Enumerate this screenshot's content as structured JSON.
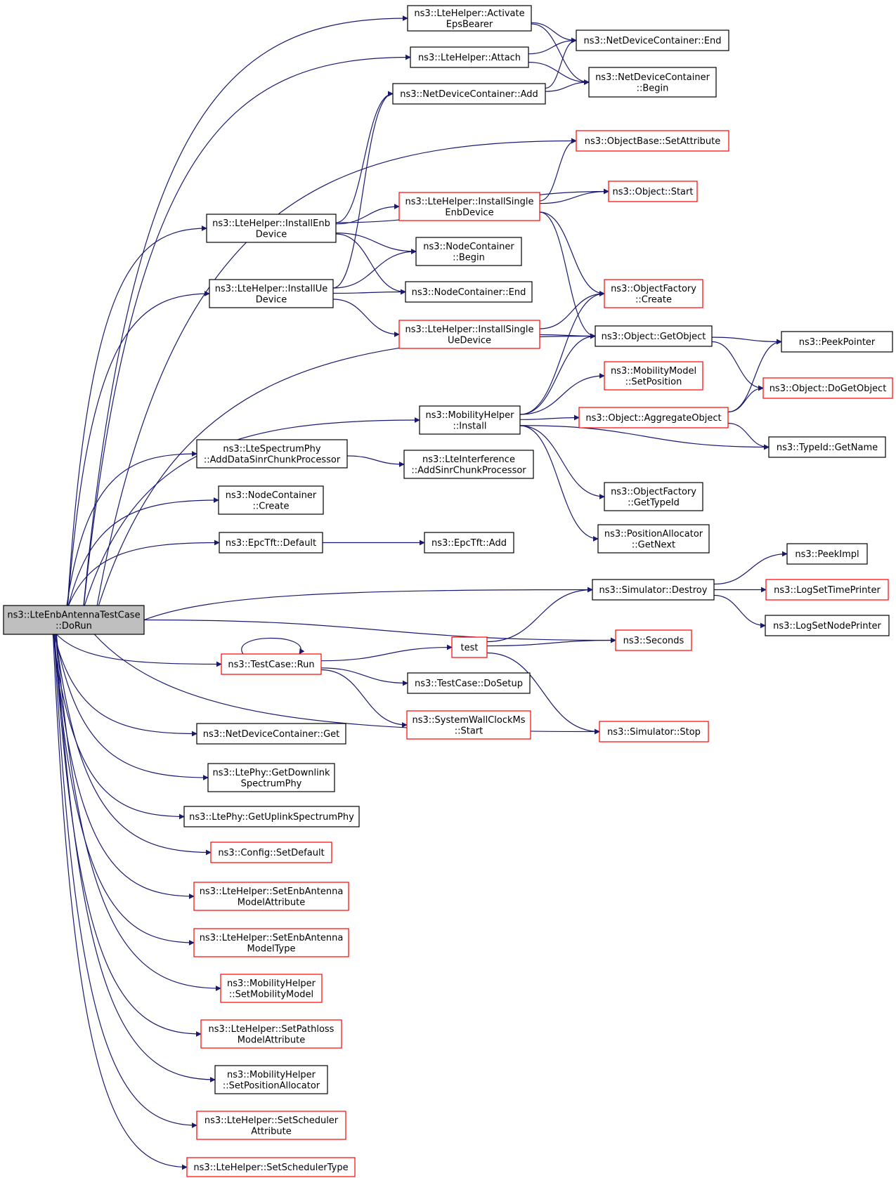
{
  "colors": {
    "edge": "#191970",
    "border_normal": "#000000",
    "border_truncated": "#ff0000",
    "root_fill": "#bfbfbf",
    "node_fill": "#ffffff"
  },
  "nodes": [
    {
      "id": "root",
      "kind": "root",
      "lines": [
        "ns3::LteEnbAntennaTestCase",
        "::DoRun"
      ]
    },
    {
      "id": "activate",
      "kind": "normal",
      "lines": [
        "ns3::LteHelper::Activate",
        "EpsBearer"
      ]
    },
    {
      "id": "attach",
      "kind": "normal",
      "lines": [
        "ns3::LteHelper::Attach"
      ]
    },
    {
      "id": "ndcAdd",
      "kind": "normal",
      "lines": [
        "ns3::NetDeviceContainer::Add"
      ]
    },
    {
      "id": "ndcEnd",
      "kind": "normal",
      "lines": [
        "ns3::NetDeviceContainer::End"
      ]
    },
    {
      "id": "ndcBegin",
      "kind": "normal",
      "lines": [
        "ns3::NetDeviceContainer",
        "::Begin"
      ]
    },
    {
      "id": "setAttr",
      "kind": "truncated",
      "lines": [
        "ns3::ObjectBase::SetAttribute"
      ]
    },
    {
      "id": "objStart",
      "kind": "truncated",
      "lines": [
        "ns3::Object::Start"
      ]
    },
    {
      "id": "installEnb",
      "kind": "normal",
      "lines": [
        "ns3::LteHelper::InstallEnb",
        "Device"
      ]
    },
    {
      "id": "installSingleEnb",
      "kind": "truncated",
      "lines": [
        "ns3::LteHelper::InstallSingle",
        "EnbDevice"
      ]
    },
    {
      "id": "ncBegin",
      "kind": "normal",
      "lines": [
        "ns3::NodeContainer",
        "::Begin"
      ]
    },
    {
      "id": "installUe",
      "kind": "normal",
      "lines": [
        "ns3::LteHelper::InstallUe",
        "Device"
      ]
    },
    {
      "id": "ncEnd",
      "kind": "normal",
      "lines": [
        "ns3::NodeContainer::End"
      ]
    },
    {
      "id": "ofCreate",
      "kind": "truncated",
      "lines": [
        "ns3::ObjectFactory",
        "::Create"
      ]
    },
    {
      "id": "installSingleUe",
      "kind": "truncated",
      "lines": [
        "ns3::LteHelper::InstallSingle",
        "UeDevice"
      ]
    },
    {
      "id": "getObject",
      "kind": "normal",
      "lines": [
        "ns3::Object::GetObject"
      ]
    },
    {
      "id": "peekPointer",
      "kind": "normal",
      "lines": [
        "ns3::PeekPointer"
      ]
    },
    {
      "id": "mmSetPos",
      "kind": "truncated",
      "lines": [
        "ns3::MobilityModel",
        "::SetPosition"
      ]
    },
    {
      "id": "doGetObject",
      "kind": "truncated",
      "lines": [
        "ns3::Object::DoGetObject"
      ]
    },
    {
      "id": "mhInstall",
      "kind": "normal",
      "lines": [
        "ns3::MobilityHelper",
        "::Install"
      ]
    },
    {
      "id": "aggObject",
      "kind": "truncated",
      "lines": [
        "ns3::Object::AggregateObject"
      ]
    },
    {
      "id": "tidGetName",
      "kind": "normal",
      "lines": [
        "ns3::TypeId::GetName"
      ]
    },
    {
      "id": "lspAdd",
      "kind": "normal",
      "lines": [
        "ns3::LteSpectrumPhy",
        "::AddDataSinrChunkProcessor"
      ]
    },
    {
      "id": "liAdd",
      "kind": "normal",
      "lines": [
        "ns3::LteInterference",
        "::AddSinrChunkProcessor"
      ]
    },
    {
      "id": "ofGetTypeId",
      "kind": "normal",
      "lines": [
        "ns3::ObjectFactory",
        "::GetTypeId"
      ]
    },
    {
      "id": "ncCreate",
      "kind": "normal",
      "lines": [
        "ns3::NodeContainer",
        "::Create"
      ]
    },
    {
      "id": "paGetNext",
      "kind": "normal",
      "lines": [
        "ns3::PositionAllocator",
        "::GetNext"
      ]
    },
    {
      "id": "epcDefault",
      "kind": "normal",
      "lines": [
        "ns3::EpcTft::Default"
      ]
    },
    {
      "id": "epcAdd",
      "kind": "normal",
      "lines": [
        "ns3::EpcTft::Add"
      ]
    },
    {
      "id": "peekImpl",
      "kind": "normal",
      "lines": [
        "ns3::PeekImpl"
      ]
    },
    {
      "id": "simDestroy",
      "kind": "normal",
      "lines": [
        "ns3::Simulator::Destroy"
      ]
    },
    {
      "id": "logTime",
      "kind": "truncated",
      "lines": [
        "ns3::LogSetTimePrinter"
      ]
    },
    {
      "id": "logNode",
      "kind": "normal",
      "lines": [
        "ns3::LogSetNodePrinter"
      ]
    },
    {
      "id": "seconds",
      "kind": "truncated",
      "lines": [
        "ns3::Seconds"
      ]
    },
    {
      "id": "test",
      "kind": "truncated",
      "lines": [
        "test"
      ]
    },
    {
      "id": "tcRun",
      "kind": "truncated",
      "lines": [
        "ns3::TestCase::Run"
      ]
    },
    {
      "id": "tcSetup",
      "kind": "normal",
      "lines": [
        "ns3::TestCase::DoSetup"
      ]
    },
    {
      "id": "swcStart",
      "kind": "truncated",
      "lines": [
        "ns3::SystemWallClockMs",
        "::Start"
      ]
    },
    {
      "id": "ndcGet",
      "kind": "normal",
      "lines": [
        "ns3::NetDeviceContainer::Get"
      ]
    },
    {
      "id": "simStop",
      "kind": "truncated",
      "lines": [
        "ns3::Simulator::Stop"
      ]
    },
    {
      "id": "getDl",
      "kind": "normal",
      "lines": [
        "ns3::LtePhy::GetDownlink",
        "SpectrumPhy"
      ]
    },
    {
      "id": "getUl",
      "kind": "normal",
      "lines": [
        "ns3::LtePhy::GetUplinkSpectrumPhy"
      ]
    },
    {
      "id": "cfgDefault",
      "kind": "truncated",
      "lines": [
        "ns3::Config::SetDefault"
      ]
    },
    {
      "id": "setAntAttr",
      "kind": "truncated",
      "lines": [
        "ns3::LteHelper::SetEnbAntenna",
        "ModelAttribute"
      ]
    },
    {
      "id": "setAntType",
      "kind": "truncated",
      "lines": [
        "ns3::LteHelper::SetEnbAntenna",
        "ModelType"
      ]
    },
    {
      "id": "setMobModel",
      "kind": "truncated",
      "lines": [
        "ns3::MobilityHelper",
        "::SetMobilityModel"
      ]
    },
    {
      "id": "setPathloss",
      "kind": "truncated",
      "lines": [
        "ns3::LteHelper::SetPathloss",
        "ModelAttribute"
      ]
    },
    {
      "id": "setPosAlloc",
      "kind": "normal",
      "lines": [
        "ns3::MobilityHelper",
        "::SetPositionAllocator"
      ]
    },
    {
      "id": "setSchedAttr",
      "kind": "truncated",
      "lines": [
        "ns3::LteHelper::SetScheduler",
        "Attribute"
      ]
    },
    {
      "id": "setSchedType",
      "kind": "truncated",
      "lines": [
        "ns3::LteHelper::SetSchedulerType"
      ]
    }
  ],
  "edges": [
    [
      "root",
      "activate"
    ],
    [
      "root",
      "attach"
    ],
    [
      "root",
      "setAttr"
    ],
    [
      "root",
      "installEnb"
    ],
    [
      "root",
      "installUe"
    ],
    [
      "root",
      "getObject"
    ],
    [
      "root",
      "mhInstall"
    ],
    [
      "root",
      "lspAdd"
    ],
    [
      "root",
      "ncCreate"
    ],
    [
      "root",
      "epcDefault"
    ],
    [
      "root",
      "simDestroy"
    ],
    [
      "root",
      "seconds"
    ],
    [
      "root",
      "tcRun"
    ],
    [
      "root",
      "simStop"
    ],
    [
      "root",
      "ndcGet"
    ],
    [
      "root",
      "getDl"
    ],
    [
      "root",
      "getUl"
    ],
    [
      "root",
      "cfgDefault"
    ],
    [
      "root",
      "setAntAttr"
    ],
    [
      "root",
      "setAntType"
    ],
    [
      "root",
      "setMobModel"
    ],
    [
      "root",
      "setPathloss"
    ],
    [
      "root",
      "setPosAlloc"
    ],
    [
      "root",
      "setSchedAttr"
    ],
    [
      "root",
      "setSchedType"
    ],
    [
      "activate",
      "ndcEnd"
    ],
    [
      "activate",
      "ndcBegin"
    ],
    [
      "attach",
      "ndcEnd"
    ],
    [
      "attach",
      "ndcBegin"
    ],
    [
      "ndcAdd",
      "ndcEnd"
    ],
    [
      "ndcAdd",
      "ndcBegin"
    ],
    [
      "installEnb",
      "ndcAdd"
    ],
    [
      "installEnb",
      "objStart"
    ],
    [
      "installEnb",
      "installSingleEnb"
    ],
    [
      "installEnb",
      "ncBegin"
    ],
    [
      "installEnb",
      "ncEnd"
    ],
    [
      "installSingleEnb",
      "setAttr"
    ],
    [
      "installSingleEnb",
      "objStart"
    ],
    [
      "installSingleEnb",
      "ofCreate"
    ],
    [
      "installSingleEnb",
      "getObject"
    ],
    [
      "installUe",
      "ndcAdd"
    ],
    [
      "installUe",
      "ncBegin"
    ],
    [
      "installUe",
      "ncEnd"
    ],
    [
      "installUe",
      "installSingleUe"
    ],
    [
      "installSingleUe",
      "ofCreate"
    ],
    [
      "installSingleUe",
      "getObject"
    ],
    [
      "getObject",
      "peekPointer"
    ],
    [
      "getObject",
      "doGetObject"
    ],
    [
      "mhInstall",
      "ofCreate"
    ],
    [
      "mhInstall",
      "getObject"
    ],
    [
      "mhInstall",
      "mmSetPos"
    ],
    [
      "mhInstall",
      "aggObject"
    ],
    [
      "mhInstall",
      "tidGetName"
    ],
    [
      "mhInstall",
      "ofGetTypeId"
    ],
    [
      "mhInstall",
      "paGetNext"
    ],
    [
      "aggObject",
      "peekPointer"
    ],
    [
      "aggObject",
      "doGetObject"
    ],
    [
      "aggObject",
      "tidGetName"
    ],
    [
      "lspAdd",
      "liAdd"
    ],
    [
      "epcDefault",
      "epcAdd"
    ],
    [
      "simDestroy",
      "peekImpl"
    ],
    [
      "simDestroy",
      "logTime"
    ],
    [
      "simDestroy",
      "logNode"
    ],
    [
      "tcRun",
      "tcRun"
    ],
    [
      "tcRun",
      "test"
    ],
    [
      "tcRun",
      "tcSetup"
    ],
    [
      "tcRun",
      "swcStart"
    ],
    [
      "test",
      "simDestroy"
    ],
    [
      "test",
      "seconds"
    ],
    [
      "test",
      "simStop"
    ]
  ]
}
